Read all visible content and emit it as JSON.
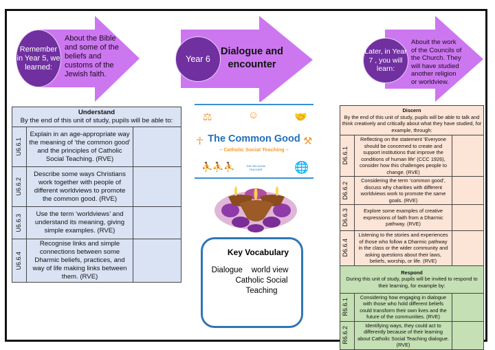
{
  "arrows": {
    "previous": {
      "circle": "Remember in Year 5, we learned:",
      "text": "About the Bible and some of the beliefs and customs of the Jewish faith."
    },
    "current": {
      "circle": "Year 6",
      "title": "Dialogue and encounter"
    },
    "next": {
      "circle": "Later, in Year 7 , you will learn:",
      "text": "Abouit the work of the Councils of the Church. They will have studied another religion or worldview."
    }
  },
  "understand": {
    "heading": "Understand",
    "intro": "By the end of this unit of study, pupils will be able to:",
    "rows": [
      {
        "code": "U6.6.1",
        "text": "Explain in an age-appropriate way the meaning of ‘the common good’ and the principles of Catholic Social Teaching. (RVE)"
      },
      {
        "code": "U6.6.2",
        "text": "Describe some ways Christians work together with people of different worldviews to promote the common good. (RVE)"
      },
      {
        "code": "U6.6.3",
        "text": "Use the term ‘worldviews’ and understand its meaning, giving simple examples. (RVE)"
      },
      {
        "code": "U6.6.4",
        "text": "Recognise links and simple connections between some Dharmic beliefs, practices, and way of life making links between them. (RVE)"
      }
    ]
  },
  "common_good": {
    "title": "The Common Good",
    "subtitle": "– Catholic Social Teaching –",
    "logo_text": "THE RELIGION TEACHER"
  },
  "vocabulary": {
    "title": "Key Vocabulary",
    "line1": "Dialogue    world view",
    "line2": "Catholic Social",
    "line3": "Teaching"
  },
  "discern": {
    "heading": "Discern",
    "intro": "By the end of this unit of study, pupils will be able to talk and think creatively and critically about what they have studied, for example, through:",
    "rows": [
      {
        "code": "D6.6.1",
        "text": "Reflecting on the statement ‘Everyone should be concerned to create and support institutions that improve the conditions of human life’ (CCC 1926), consider how this challenges people to change. (RVE)"
      },
      {
        "code": "D6.6.2",
        "text": "Considering the term ‘common good’, discuss why charities with different worldviews work to promote the same goals. (RVE)"
      },
      {
        "code": "D6.6.3",
        "text": "Explore some examples of creative expressions of faith from a Dharmic pathway. (RVE)"
      },
      {
        "code": "D6.6.4",
        "text": "Listening to the stories and experiences of those who follow a Dharmic pathway in the class or the wider community and asking questions about their laws, beliefs, worship, or life. (RVE)"
      }
    ]
  },
  "respond": {
    "heading": "Respond",
    "intro": "During this unit of study, pupils will be invited to respond to their learning, for example by:",
    "rows": [
      {
        "code": "R6.6.1",
        "text": "Considering how engaging in dialogue with those who hold different beliefs could transform their own lives and the future of the communities. (RVE)"
      },
      {
        "code": "R6.6.2",
        "text": "Identifying ways, they could act to differently because of their learning about Catholic Social Teaching dialogue. (RVE)"
      }
    ]
  },
  "colors": {
    "arrow": "#cc77f0",
    "circle": "#7030a0",
    "understand_bg": "#dae3f3",
    "discern_bg": "#fce4d6",
    "respond_bg": "#c5e0b4",
    "cg_blue": "#1f6fba",
    "cg_orange": "#f39a30",
    "vocab_border": "#2e75b6"
  }
}
